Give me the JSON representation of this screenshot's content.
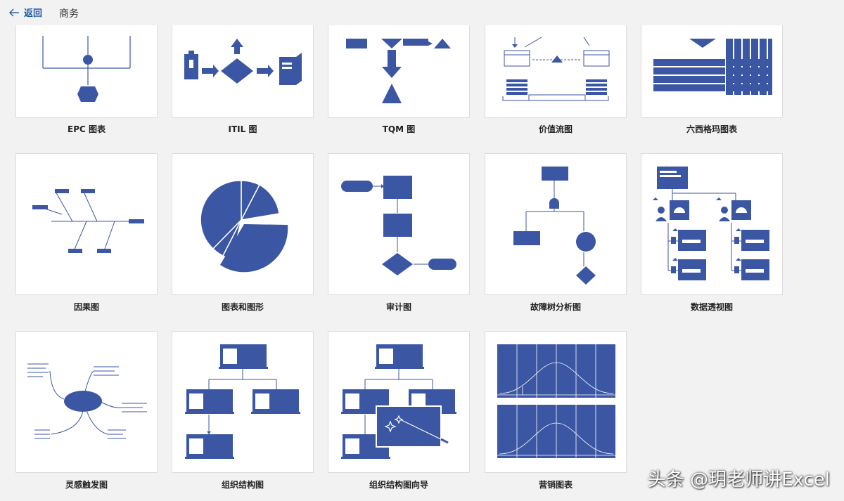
{
  "header": {
    "back_label": "返回",
    "breadcrumb": "商务"
  },
  "theme": {
    "accent": "#3b56a3",
    "link": "#1e5aa8",
    "card_bg": "#ffffff",
    "page_bg": "#f2f2f2"
  },
  "templates": [
    {
      "id": "epc",
      "label": "EPC 图表",
      "icon": "epc-diagram-thumbnail"
    },
    {
      "id": "itil",
      "label": "ITIL 图",
      "icon": "itil-diagram-thumbnail"
    },
    {
      "id": "tqm",
      "label": "TQM 图",
      "icon": "tqm-diagram-thumbnail"
    },
    {
      "id": "value-stream",
      "label": "价值流图",
      "icon": "value-stream-thumbnail"
    },
    {
      "id": "six-sigma",
      "label": "六西格玛图表",
      "icon": "six-sigma-thumbnail"
    },
    {
      "id": "cause-effect",
      "label": "因果图",
      "icon": "fishbone-thumbnail"
    },
    {
      "id": "charts-graphs",
      "label": "图表和图形",
      "icon": "pie-chart-thumbnail"
    },
    {
      "id": "audit",
      "label": "审计图",
      "icon": "audit-flow-thumbnail"
    },
    {
      "id": "fault-tree",
      "label": "故障树分析图",
      "icon": "fault-tree-thumbnail"
    },
    {
      "id": "pivot",
      "label": "数据透视图",
      "icon": "pivot-diagram-thumbnail"
    },
    {
      "id": "brainstorm",
      "label": "灵感触发图",
      "icon": "mind-map-thumbnail"
    },
    {
      "id": "org-chart",
      "label": "组织结构图",
      "icon": "org-chart-thumbnail"
    },
    {
      "id": "org-wizard",
      "label": "组织结构图向导",
      "icon": "org-wizard-thumbnail"
    },
    {
      "id": "marketing",
      "label": "营销图表",
      "icon": "bell-curve-thumbnail"
    }
  ],
  "watermark": "头条 @玥老师讲Excel"
}
